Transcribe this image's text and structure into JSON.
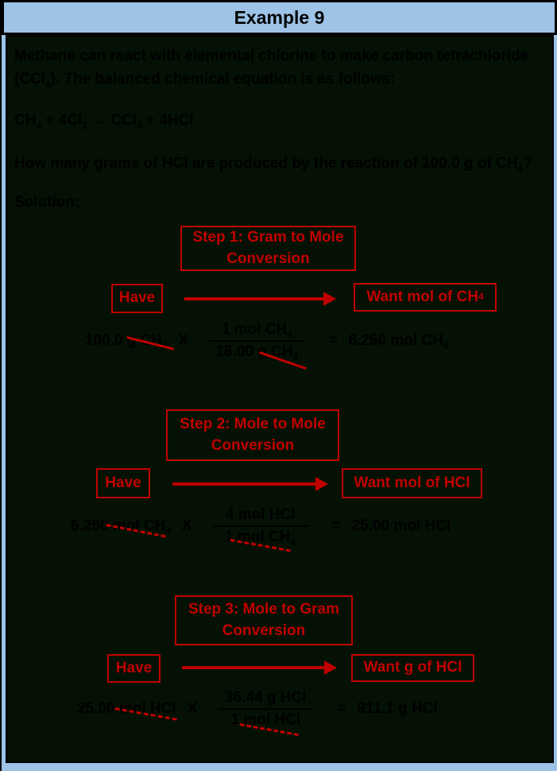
{
  "header": {
    "title": "Example 9"
  },
  "body": {
    "paragraph1": "Methane can react with elemental chlorine to make carbon tetrachloride (CCl~4~). The balanced chemical equation is as follows:",
    "equation": "CH~4~ + 4Cl~2~ → CCl~4~ + 4HCl",
    "question": "How many grams of HCl are produced by the reaction of 100.0 g of CH~4~?",
    "solution_label": "Solution:"
  },
  "steps": [
    {
      "title": "Step 1: Gram to Mole Conversion",
      "have_label": "Have",
      "want_label": "Want mol of CH~4~",
      "calc": {
        "have_value": "100.0 g CH~4~",
        "multiply": "X",
        "numerator": "1 mol CH~4~",
        "denominator": "16.00 g CH~4~",
        "equals": "=",
        "result": "6.250 mol CH~4~"
      }
    },
    {
      "title": "Step 2: Mole to Mole Conversion",
      "have_label": "Have",
      "want_label": "Want mol of HCl",
      "calc": {
        "have_value": "6.250 mol CH~4~",
        "multiply": "X",
        "numerator": "4 mol HCl",
        "denominator": "1 mol CH~4~",
        "equals": "=",
        "result": "25.00 mol HCl"
      }
    },
    {
      "title": "Step 3: Mole to Gram Conversion",
      "have_label": "Have",
      "want_label": "Want g of HCl",
      "calc": {
        "have_value": "25.00 mol HCl",
        "multiply": "X",
        "numerator": "36.44 g HCl",
        "denominator": "1 mol HCl",
        "equals": "=",
        "result": "911.1 g HCl"
      }
    }
  ],
  "colors": {
    "accent_red": "#c00000",
    "header_blue": "#9dc3e6",
    "content_bg": "#041104",
    "text_black": "#000000"
  }
}
